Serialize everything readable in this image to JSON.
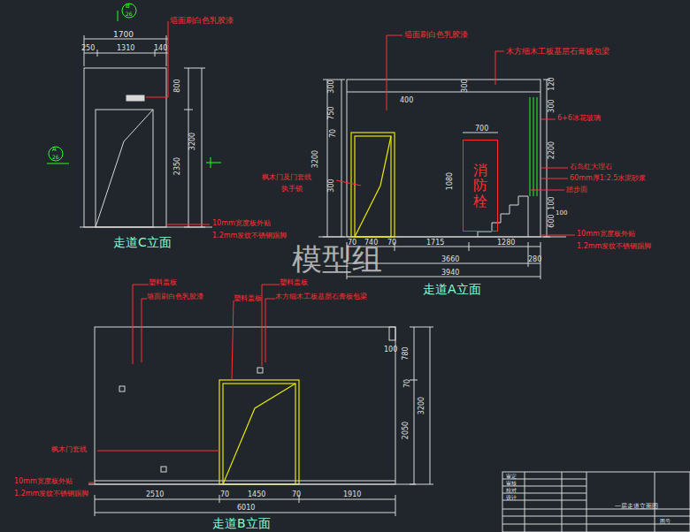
{
  "diagram": {
    "nodes": [
      {
        "text": [
          "消防栓"
        ]
      }
    ],
    "labels": [
      "B",
      "26",
      "A",
      "26",
      "墙面刷白色乳胶漆",
      "1700",
      "250",
      "1310",
      "140",
      "800",
      "3200",
      "2350",
      "10mm宽度板外贴",
      "1.2mm发纹不锈钢踢脚",
      "走道C立面",
      "墙面刷白色乳胶漆",
      "木方细木工板基层石膏板包梁",
      "300",
      "750",
      "70",
      "3200",
      "300",
      "400",
      "300",
      "700",
      "1080",
      "枫木门及门套线",
      "执手锁",
      "120",
      "300",
      "2200",
      "100",
      "600",
      "100",
      "6+6冰花玻璃",
      "石岛红大理石",
      "60mm厚1:2.5水泥砂浆",
      "踏步面",
      "10mm宽度板外贴",
      "1.2mm发纹不锈钢踢脚",
      "70",
      "740",
      "70",
      "1715",
      "1280",
      "3660",
      "280",
      "3940",
      "走道A立面",
      "模型组",
      "塑料盖板",
      "墙面刷白色乳胶漆",
      "塑料盖板",
      "塑料盖板",
      "木方细木工板基层石膏板包梁",
      "枫木门套线",
      "10mm宽度板外贴",
      "1.2mm发纹不锈钢踢脚",
      "100",
      "780",
      "70",
      "2050",
      "3200",
      "2510",
      "70",
      "1450",
      "70",
      "1910",
      "6010",
      "走道B立面",
      "审定",
      "审核",
      "校对",
      "设计",
      "一层走道立面图",
      "图号"
    ]
  }
}
